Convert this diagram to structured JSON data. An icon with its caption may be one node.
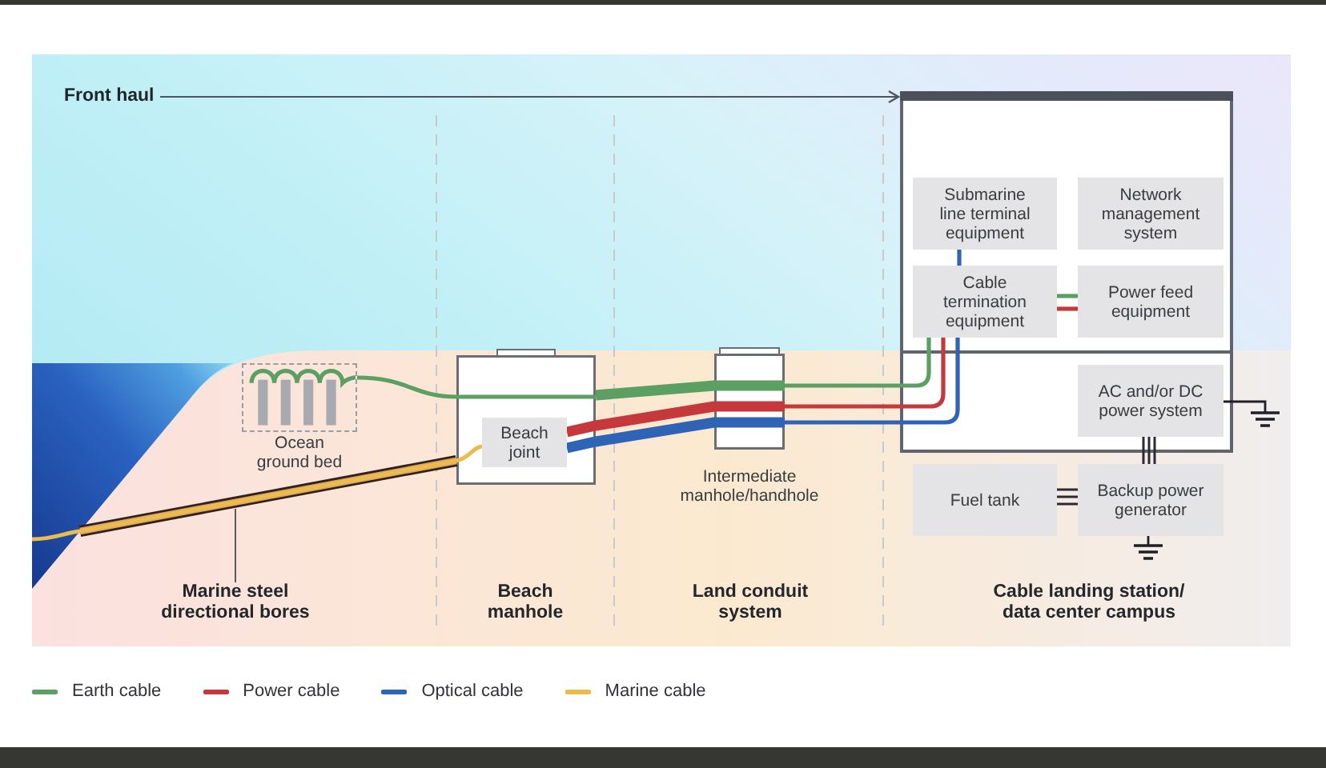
{
  "diagram": {
    "nodes": [
      {
        "text": [
          "Front haul"
        ]
      },
      {
        "text": [],
        "shape": "box"
      },
      {
        "text": [
          "Submarine line terminal equipment"
        ],
        "in": 1
      },
      {
        "text": [
          "Network management system"
        ],
        "in": 1
      },
      {
        "text": [
          "Cable termination equipment"
        ],
        "in": 1
      },
      {
        "text": [
          "Power feed equipment"
        ],
        "in": 1
      },
      {
        "text": [
          "Ocean ground bed"
        ]
      },
      {
        "text": [],
        "shape": "box"
      },
      {
        "text": [
          "Beach joint"
        ],
        "in": 7
      },
      {
        "text": [
          "Intermediate manhole/handhole"
        ]
      },
      {
        "text": [
          "AC and/or DC power system"
        ],
        "in": 1
      },
      {
        "text": [
          "Fuel tank"
        ]
      },
      {
        "text": [
          "Backup power generator"
        ]
      },
      {
        "text": [],
        "shape": "bar"
      },
      {
        "text": [
          "Marine steel directional bores"
        ]
      }
    ],
    "edges": [
      {
        "from": 0,
        "to": 1,
        "arrow": "to",
        "color": "#4d5560"
      },
      {
        "from": 6,
        "to": 7,
        "arrow": "none",
        "color": "#5b9f63"
      },
      {
        "from": 7,
        "to": 9,
        "arrow": "none",
        "color": "#5b9f63",
        "style": "thick"
      },
      {
        "from": 8,
        "to": 9,
        "arrow": "none",
        "color": "#c5393d",
        "style": "thick"
      },
      {
        "from": 8,
        "to": 9,
        "arrow": "none",
        "color": "#2e63b5",
        "style": "thick"
      },
      {
        "from": 9,
        "to": 4,
        "arrow": "none",
        "color": "#5b9f63"
      },
      {
        "from": 9,
        "to": 4,
        "arrow": "none",
        "color": "#c5393d"
      },
      {
        "from": 9,
        "to": 4,
        "arrow": "none",
        "color": "#2e63b5"
      },
      {
        "from": 2,
        "to": 4,
        "arrow": "none",
        "color": "#2e63b5"
      },
      {
        "from": 4,
        "to": 5,
        "arrow": "none",
        "color": "#5b9f63"
      },
      {
        "from": 4,
        "to": 5,
        "arrow": "none",
        "color": "#c5393d"
      },
      {
        "from": 10,
        "to": 12,
        "arrow": "none",
        "color": "#2b2b36"
      },
      {
        "from": 11,
        "to": 12,
        "arrow": "none",
        "color": "#2b2b36"
      },
      {
        "from": null,
        "to": 8,
        "arrow": "none",
        "color": "#e8bd4e"
      },
      {
        "from": 14,
        "to": 13,
        "arrow": "none",
        "color": "#5a5a5a"
      }
    ],
    "labels": [
      "Beach manhole",
      "Land conduit system",
      "Cable landing station/ data center campus"
    ],
    "legend": [
      {
        "text": "Earth cable",
        "color": "#5b9f63"
      },
      {
        "text": "Power cable",
        "color": "#c5393d"
      },
      {
        "text": "Optical cable",
        "color": "#2e63b5"
      },
      {
        "text": "Marine cable",
        "color": "#e8bd4e"
      }
    ]
  }
}
